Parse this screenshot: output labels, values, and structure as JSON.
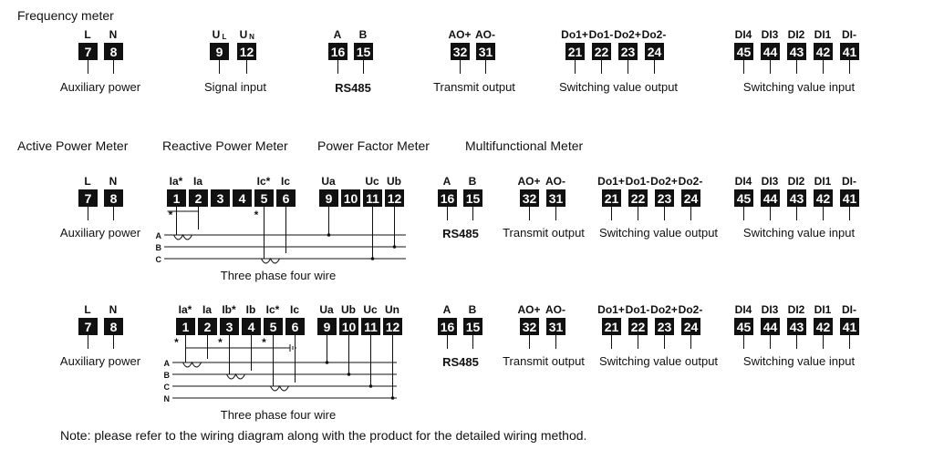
{
  "sections": {
    "frequency_meter": "Frequency meter",
    "active_power_meter": "Active Power Meter",
    "reactive_power_meter": "Reactive Power Meter",
    "power_factor_meter": "Power Factor Meter",
    "multifunctional_meter": "Multifunctional Meter"
  },
  "frequency_meter": {
    "aux": {
      "labels": [
        "L",
        "N"
      ],
      "terminals": [
        "7",
        "8"
      ],
      "caption": "Auxiliary power"
    },
    "signal": {
      "labels": [
        "U",
        "U"
      ],
      "subscripts": [
        "L",
        "N"
      ],
      "terminals": [
        "9",
        "12"
      ],
      "caption": "Signal input"
    },
    "rs485": {
      "labels": [
        "A",
        "B"
      ],
      "terminals": [
        "16",
        "15"
      ],
      "caption": "RS485"
    },
    "transmit": {
      "labels": [
        "AO+",
        "AO-"
      ],
      "terminals": [
        "32",
        "31"
      ],
      "caption": "Transmit output"
    },
    "switch_out": {
      "labels": [
        "Do1+",
        "Do1-",
        "Do2+",
        "Do2-"
      ],
      "terminals": [
        "21",
        "22",
        "23",
        "24"
      ],
      "caption": "Switching value output"
    },
    "switch_in": {
      "labels": [
        "DI4",
        "DI3",
        "DI2",
        "DI1",
        "DI-"
      ],
      "terminals": [
        "45",
        "44",
        "43",
        "42",
        "41"
      ],
      "caption": "Switching value input"
    }
  },
  "row2": {
    "aux": {
      "labels": [
        "L",
        "N"
      ],
      "terminals": [
        "7",
        "8"
      ],
      "caption": "Auxiliary power"
    },
    "current_labels": [
      "Ia*",
      "Ia",
      "Ic*",
      "Ic"
    ],
    "current_terminals": [
      "1",
      "2",
      "3",
      "4",
      "5",
      "6"
    ],
    "voltage_labels": [
      "Ua",
      "Uc",
      "Ub"
    ],
    "voltage_terminals": [
      "9",
      "10",
      "11",
      "12"
    ],
    "phases": [
      "A",
      "B",
      "C"
    ],
    "stars": [
      "*",
      "*"
    ],
    "caption": "Three phase four wire",
    "rs485": {
      "labels": [
        "A",
        "B"
      ],
      "terminals": [
        "16",
        "15"
      ],
      "caption": "RS485"
    },
    "transmit": {
      "labels": [
        "AO+",
        "AO-"
      ],
      "terminals": [
        "32",
        "31"
      ],
      "caption": "Transmit output"
    },
    "switch_out": {
      "labels": [
        "Do1+",
        "Do1-",
        "Do2+",
        "Do2-"
      ],
      "terminals": [
        "21",
        "22",
        "23",
        "24"
      ],
      "caption": "Switching value output"
    },
    "switch_in": {
      "labels": [
        "DI4",
        "DI3",
        "DI2",
        "DI1",
        "DI-"
      ],
      "terminals": [
        "45",
        "44",
        "43",
        "42",
        "41"
      ],
      "caption": "Switching value input"
    }
  },
  "row3": {
    "aux": {
      "labels": [
        "L",
        "N"
      ],
      "terminals": [
        "7",
        "8"
      ],
      "caption": "Auxiliary power"
    },
    "current_labels": [
      "Ia*",
      "Ia",
      "Ib*",
      "Ib",
      "Ic*",
      "Ic"
    ],
    "current_terminals": [
      "1",
      "2",
      "3",
      "4",
      "5",
      "6"
    ],
    "voltage_labels": [
      "Ua",
      "Ub",
      "Uc",
      "Un"
    ],
    "voltage_terminals": [
      "9",
      "10",
      "11",
      "12"
    ],
    "phases": [
      "A",
      "B",
      "C",
      "N"
    ],
    "stars": [
      "*",
      "*",
      "*"
    ],
    "caption": "Three phase four wire",
    "rs485": {
      "labels": [
        "A",
        "B"
      ],
      "terminals": [
        "16",
        "15"
      ],
      "caption": "RS485"
    },
    "transmit": {
      "labels": [
        "AO+",
        "AO-"
      ],
      "terminals": [
        "32",
        "31"
      ],
      "caption": "Transmit output"
    },
    "switch_out": {
      "labels": [
        "Do1+",
        "Do1-",
        "Do2+",
        "Do2-"
      ],
      "terminals": [
        "21",
        "22",
        "23",
        "24"
      ],
      "caption": "Switching value output"
    },
    "switch_in": {
      "labels": [
        "DI4",
        "DI3",
        "DI2",
        "DI1",
        "DI-"
      ],
      "terminals": [
        "45",
        "44",
        "43",
        "42",
        "41"
      ],
      "caption": "Switching value input"
    }
  },
  "note": "Note: please refer to the wiring diagram along with the product for the detailed wiring method."
}
